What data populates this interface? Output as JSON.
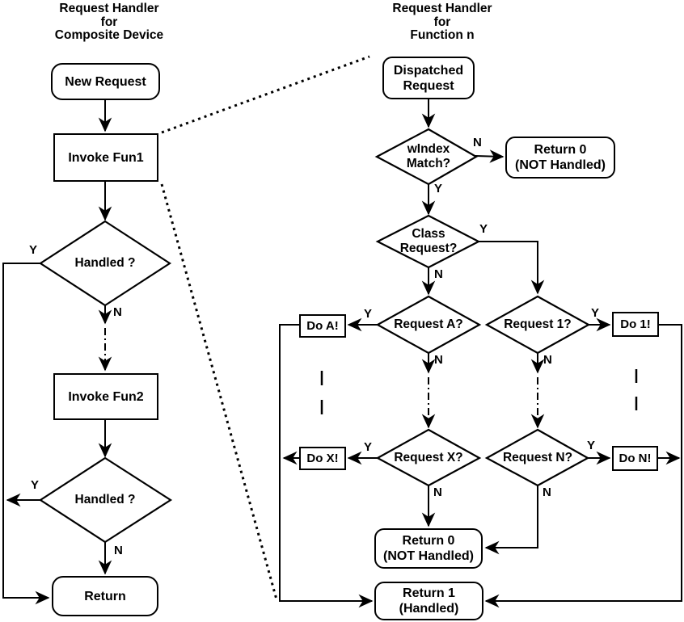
{
  "left": {
    "title": "Request Handler\nfor\nComposite Device",
    "nodes": {
      "new_request": "New Request",
      "invoke_fun1": "Invoke Fun1",
      "handled_1": "Handled ?",
      "invoke_fun2": "Invoke Fun2",
      "handled_2": "Handled ?",
      "return": "Return"
    }
  },
  "right": {
    "title": "Request Handler\nfor\nFunction n",
    "nodes": {
      "dispatched_request": "Dispatched\nRequest",
      "windex_match": "wIndex\nMatch?",
      "return_0_top": "Return 0\n(NOT Handled)",
      "class_request": "Class\nRequest?",
      "request_a": "Request A?",
      "do_a": "Do A!",
      "request_1": "Request 1?",
      "do_1": "Do 1!",
      "request_x": "Request X?",
      "do_x": "Do X!",
      "request_n": "Request N?",
      "do_n": "Do N!",
      "return_0_bottom": "Return 0\n(NOT Handled)",
      "return_1": "Return 1\n(Handled)"
    }
  },
  "labels": {
    "yes": "Y",
    "no": "N"
  },
  "colors": {
    "line": "#000000",
    "background": "#ffffff",
    "text": "#000000"
  }
}
